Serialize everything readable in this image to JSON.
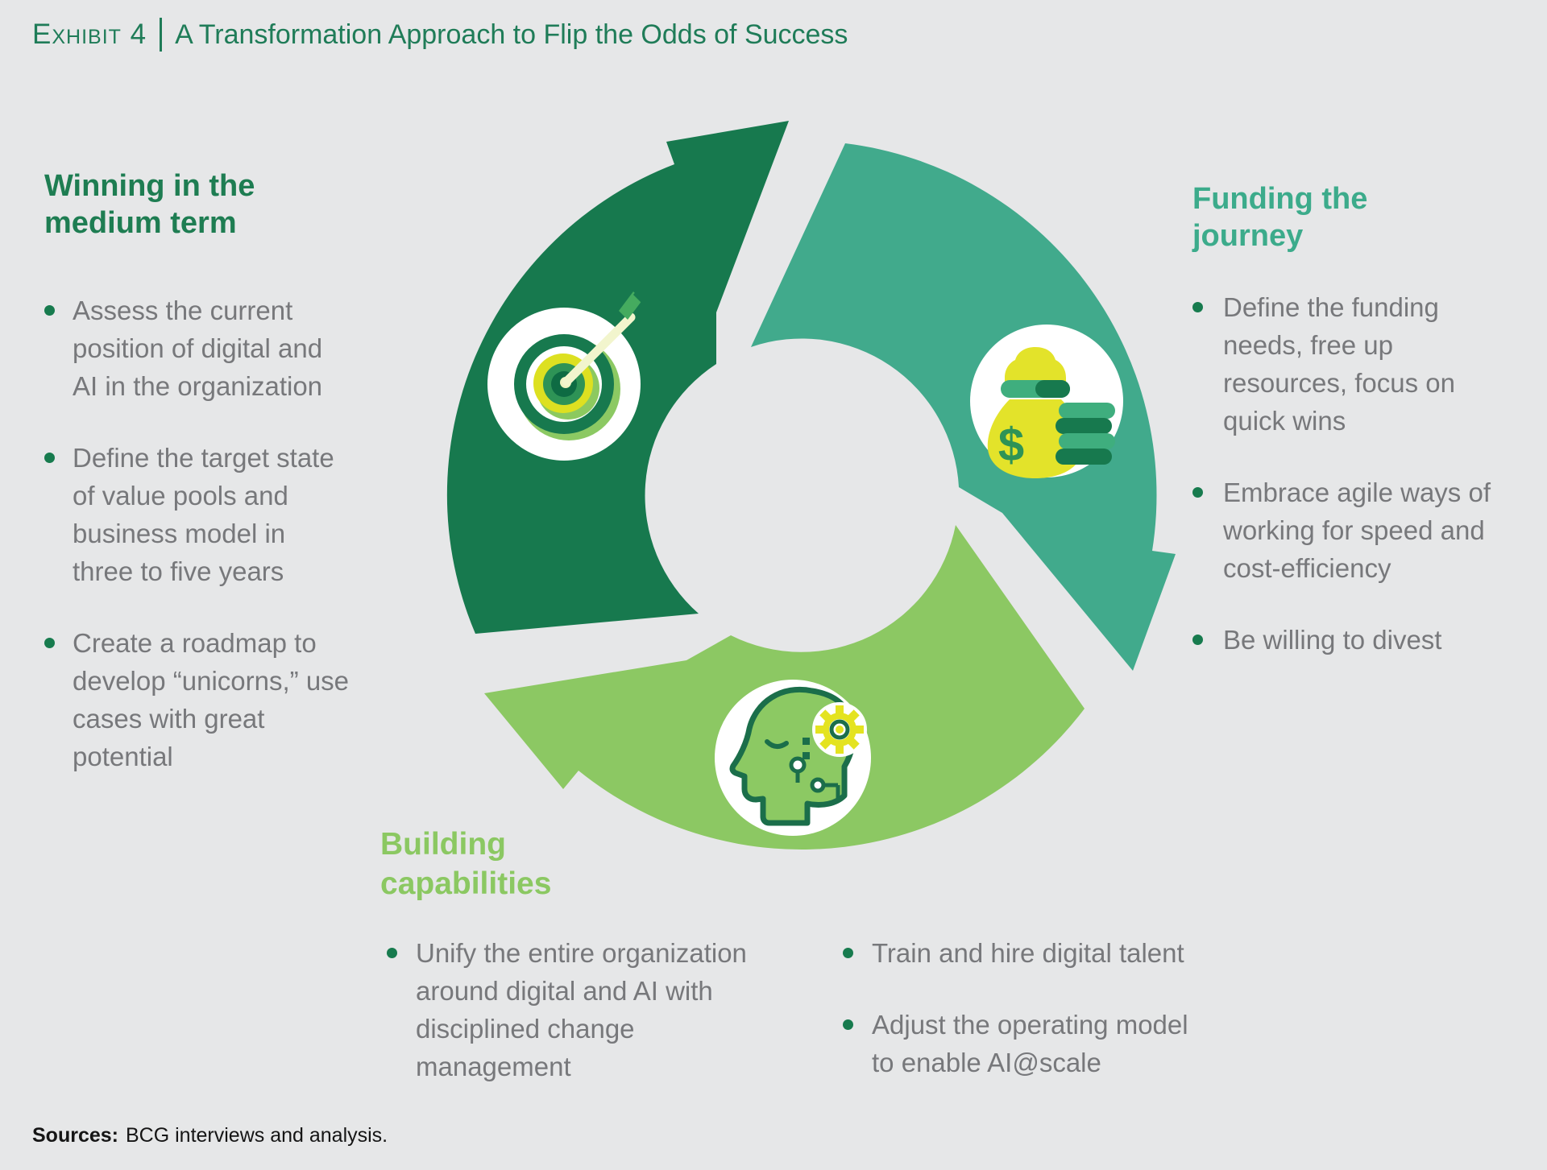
{
  "exhibit": {
    "label": "Exhibit 4",
    "title": "A Transformation Approach to Flip the Odds of Success"
  },
  "sections": {
    "winning": {
      "heading": "Winning in the\nmedium term",
      "bullets": [
        "Assess the current\nposition of digital and\nAI in the organization",
        "Define the target state\nof value pools and\nbusiness model in\nthree to five years",
        "Create a roadmap to\ndevelop “unicorns,” use\ncases with great\npotential"
      ]
    },
    "funding": {
      "heading": "Funding the\njourney",
      "bullets": [
        "Define the funding\nneeds, free up\nresources, focus on\nquick wins",
        "Embrace agile ways of\nworking for speed and\ncost-efficiency",
        "Be willing to divest"
      ]
    },
    "building": {
      "heading": "Building\ncapabilities",
      "bullets_left": [
        "Unify the entire organization\naround digital and AI with\ndisciplined change\nmanagement"
      ],
      "bullets_right": [
        "Train and hire digital talent",
        "Adjust the operating model\nto enable AI@scale"
      ]
    }
  },
  "icons": {
    "target": "target-icon",
    "money": "money-bag-icon",
    "head": "head-gear-icon",
    "dollar_glyph": "$"
  },
  "colors": {
    "background": "#E6E7E8",
    "dark_green": "#17794E",
    "teal": "#41AA8C",
    "light_green": "#8CC863",
    "heading_green": "#1E7D52",
    "heading_teal": "#3CAB8B",
    "heading_light_green": "#8BC862",
    "body_gray": "#77787B",
    "yellow": "#E3E32A"
  },
  "sources": {
    "label": "Sources:",
    "text": "BCG interviews and analysis."
  }
}
